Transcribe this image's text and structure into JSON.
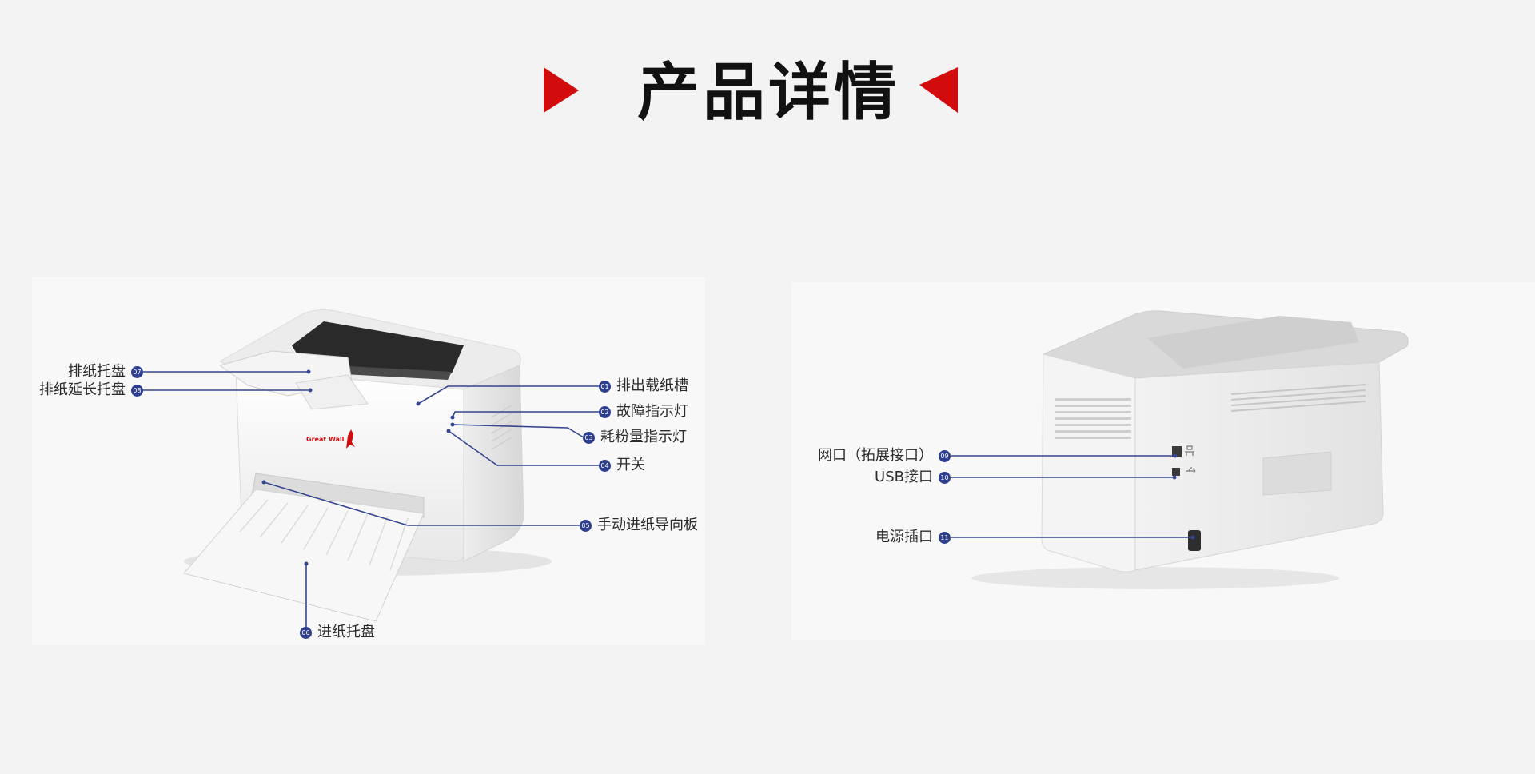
{
  "header": {
    "title": "产品详情",
    "accent_color": "#d20c0c",
    "left_arrow_icon": "red-triangle-right-icon",
    "right_arrow_icon": "red-triangle-left-icon"
  },
  "front": {
    "brand_text": "Great Wall",
    "callouts": [
      {
        "num": "01",
        "label": "排出载纸槽"
      },
      {
        "num": "02",
        "label": "故障指示灯"
      },
      {
        "num": "03",
        "label": "耗粉量指示灯"
      },
      {
        "num": "04",
        "label": "开关"
      },
      {
        "num": "05",
        "label": "手动进纸导向板"
      },
      {
        "num": "06",
        "label": "进纸托盘"
      },
      {
        "num": "07",
        "label": "排纸托盘"
      },
      {
        "num": "08",
        "label": "排纸延长托盘"
      }
    ]
  },
  "rear": {
    "callouts": [
      {
        "num": "09",
        "label": "网口（拓展接口）"
      },
      {
        "num": "10",
        "label": "USB接口"
      },
      {
        "num": "11",
        "label": "电源插口"
      }
    ]
  },
  "colors": {
    "callout_line": "#34468f",
    "badge": "#2f3f8f"
  }
}
